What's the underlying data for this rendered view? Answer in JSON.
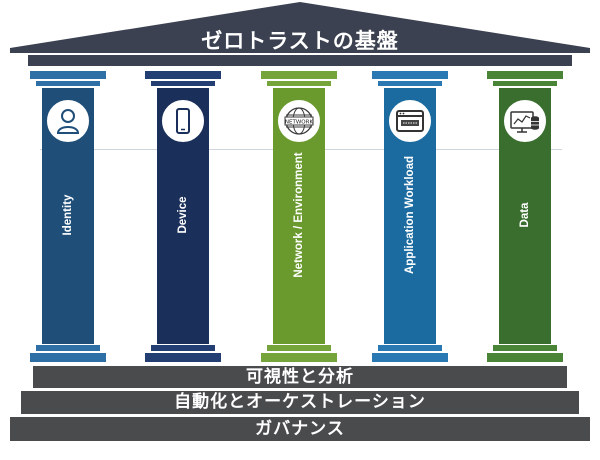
{
  "roof": {
    "title": "ゼロトラストの基盤"
  },
  "pillars": [
    {
      "label": "Identity",
      "icon": "person-icon",
      "color": "#1f4e79"
    },
    {
      "label": "Device",
      "icon": "mobile-device-icon",
      "color": "#1a2f5a"
    },
    {
      "label": "Network / Environment",
      "icon": "network-globe-icon",
      "icon_text": "NETWORK",
      "color": "#6a9a2e"
    },
    {
      "label": "Application Workload",
      "icon": "browser-window-icon",
      "color": "#1b6ba0"
    },
    {
      "label": "Data",
      "icon": "data-monitor-icon",
      "color": "#3a6e2f"
    }
  ],
  "steps": [
    {
      "label": "可視性と分析"
    },
    {
      "label": "自動化とオーケストレーション"
    },
    {
      "label": "ガバナンス"
    }
  ],
  "colors": {
    "roof": "#3b4150",
    "step": "#4a4b4d",
    "cap_blue": "#2e6fa6",
    "cap_navy": "#223e72",
    "cap_green": "#74a43a",
    "cap_teal": "#2a79b2",
    "cap_darkgreen": "#4a8436"
  }
}
